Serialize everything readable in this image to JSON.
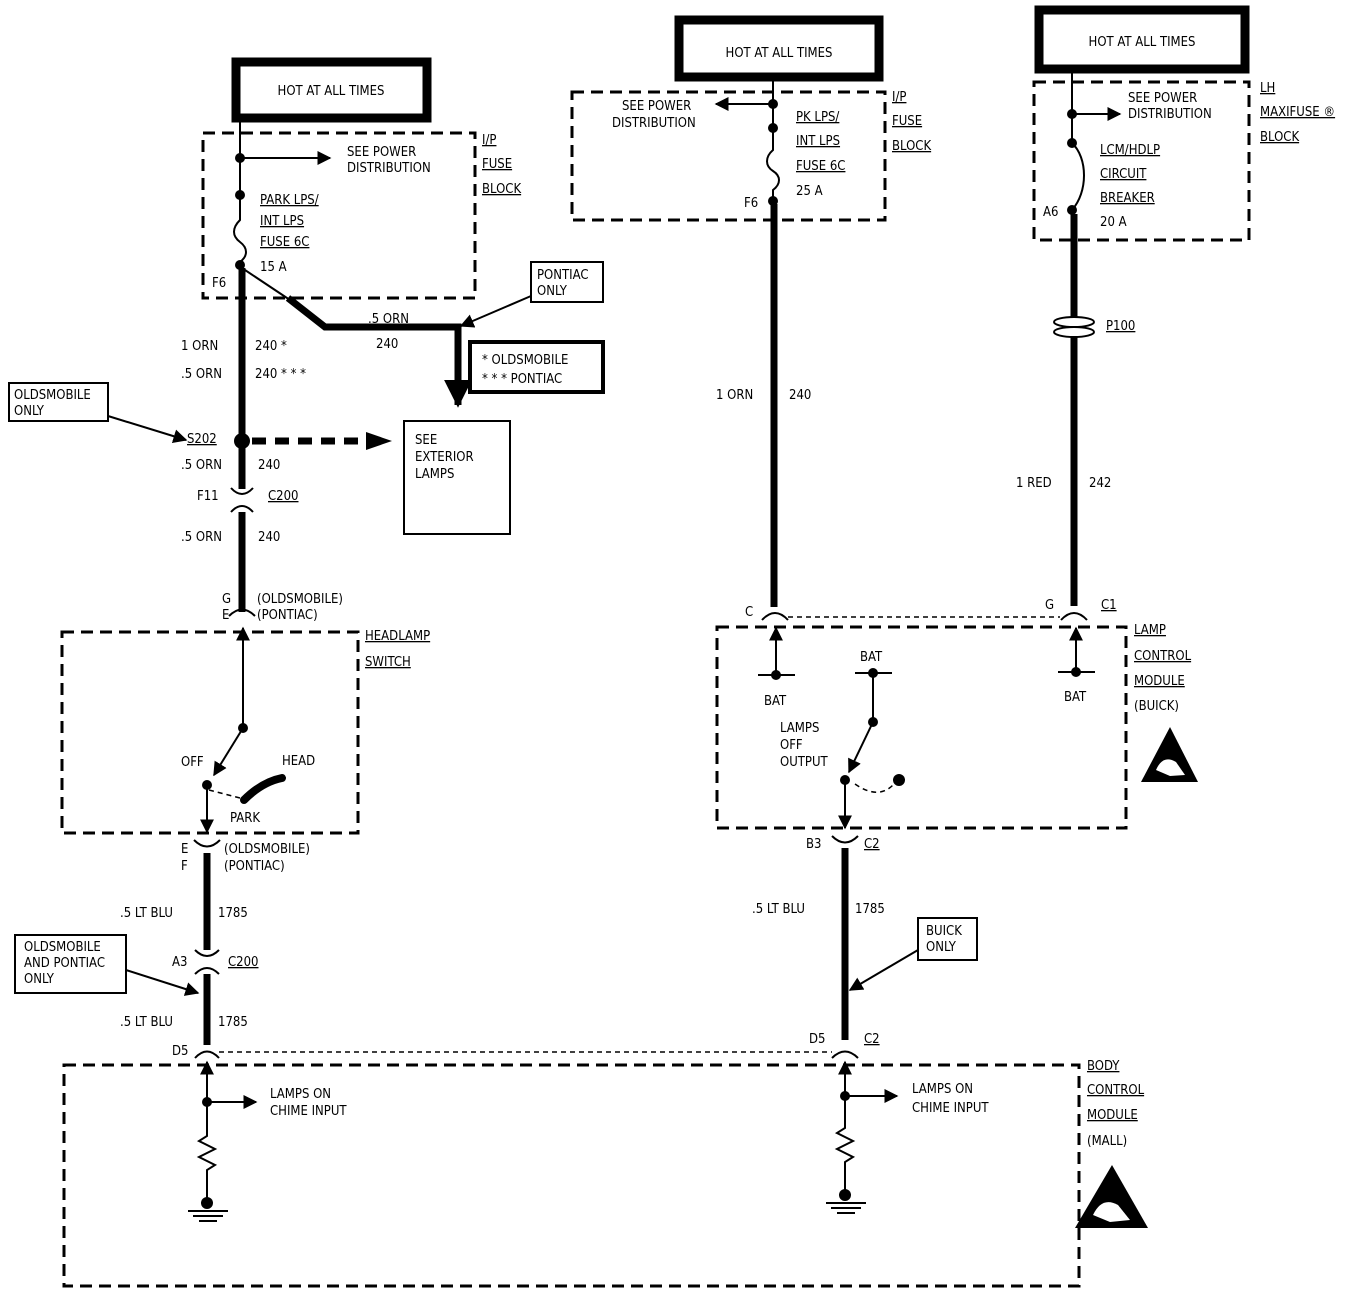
{
  "hot_at_all_times": "HOT AT ALL TIMES",
  "left": {
    "fuse_block_label": [
      "I/P",
      "FUSE",
      "BLOCK"
    ],
    "see_power": [
      "SEE POWER",
      "DISTRIBUTION"
    ],
    "fuse_text": [
      "PARK LPS/",
      "INT LPS",
      "FUSE 6C",
      "15 A"
    ],
    "fuse_pin": "F6",
    "pontiac_only": [
      "PONTIAC",
      "ONLY"
    ],
    "branch_wire": [
      ".5 ORN",
      "240"
    ],
    "legend": [
      "* OLDSMOBILE",
      "* * * PONTIAC"
    ],
    "wire1": [
      "1 ORN",
      "240 *"
    ],
    "wire2": [
      ".5 ORN",
      "240 * * *"
    ],
    "oldsmobile_only": [
      "OLDSMOBILE",
      "ONLY"
    ],
    "splice": "S202",
    "see_exterior": [
      "SEE",
      "EXTERIOR",
      "LAMPS"
    ],
    "wire3": [
      ".5 ORN",
      "240"
    ],
    "c200_top": [
      "F11",
      "C200"
    ],
    "wire4": [
      ".5 ORN",
      "240"
    ],
    "switch_pins_top": [
      "G",
      "E",
      "(OLDSMOBILE)",
      "(PONTIAC)"
    ],
    "headlamp_switch": [
      "HEADLAMP",
      "SWITCH"
    ],
    "switch_positions": [
      "OFF",
      "HEAD",
      "PARK"
    ],
    "switch_pins_bottom": [
      "E",
      "F",
      "(OLDSMOBILE)",
      "(PONTIAC)"
    ],
    "wire5": [
      ".5 LT BLU",
      "1785"
    ],
    "olds_pontiac_only": [
      "OLDSMOBILE",
      "AND PONTIAC",
      "ONLY"
    ],
    "c200_bottom": [
      "A3",
      "C200"
    ],
    "wire6": [
      ".5 LT BLU",
      "1785"
    ],
    "bcm_pin": "D5",
    "chime": [
      "LAMPS ON",
      "CHIME INPUT"
    ]
  },
  "middle": {
    "see_power": [
      "SEE POWER",
      "DISTRIBUTION"
    ],
    "fuse_text": [
      "PK LPS/",
      "INT LPS",
      "FUSE 6C",
      "25 A"
    ],
    "fuse_block_label": [
      "I/P",
      "FUSE",
      "BLOCK"
    ],
    "fuse_pin": "F6",
    "wire1": [
      "1 ORN",
      "240"
    ],
    "lcm_pin": "C",
    "bat": [
      "BAT",
      "BAT"
    ],
    "lamps_off_output": [
      "LAMPS",
      "OFF",
      "OUTPUT"
    ],
    "c2_top": [
      "B3",
      "C2"
    ],
    "wire2": [
      ".5 LT BLU",
      "1785"
    ],
    "buick_only": [
      "BUICK",
      "ONLY"
    ],
    "c2_bottom": [
      "D5",
      "C2"
    ],
    "chime": [
      "LAMPS ON",
      "CHIME INPUT"
    ]
  },
  "right": {
    "see_power": [
      "SEE POWER",
      "DISTRIBUTION"
    ],
    "breaker_text": [
      "LCM/HDLP",
      "CIRCUIT",
      "BREAKER",
      "20 A"
    ],
    "block_label": [
      "LH",
      "MAXIFUSE ®",
      "BLOCK"
    ],
    "breaker_pin": "A6",
    "connector": "P100",
    "wire1": [
      "1 RED",
      "242"
    ],
    "c1": [
      "G",
      "C1"
    ],
    "bat": "BAT",
    "lamp_control_module": [
      "LAMP",
      "CONTROL",
      "MODULE",
      "(BUICK)"
    ]
  },
  "bcm_label": [
    "BODY",
    "CONTROL",
    "MODULE",
    "(MALL)"
  ]
}
